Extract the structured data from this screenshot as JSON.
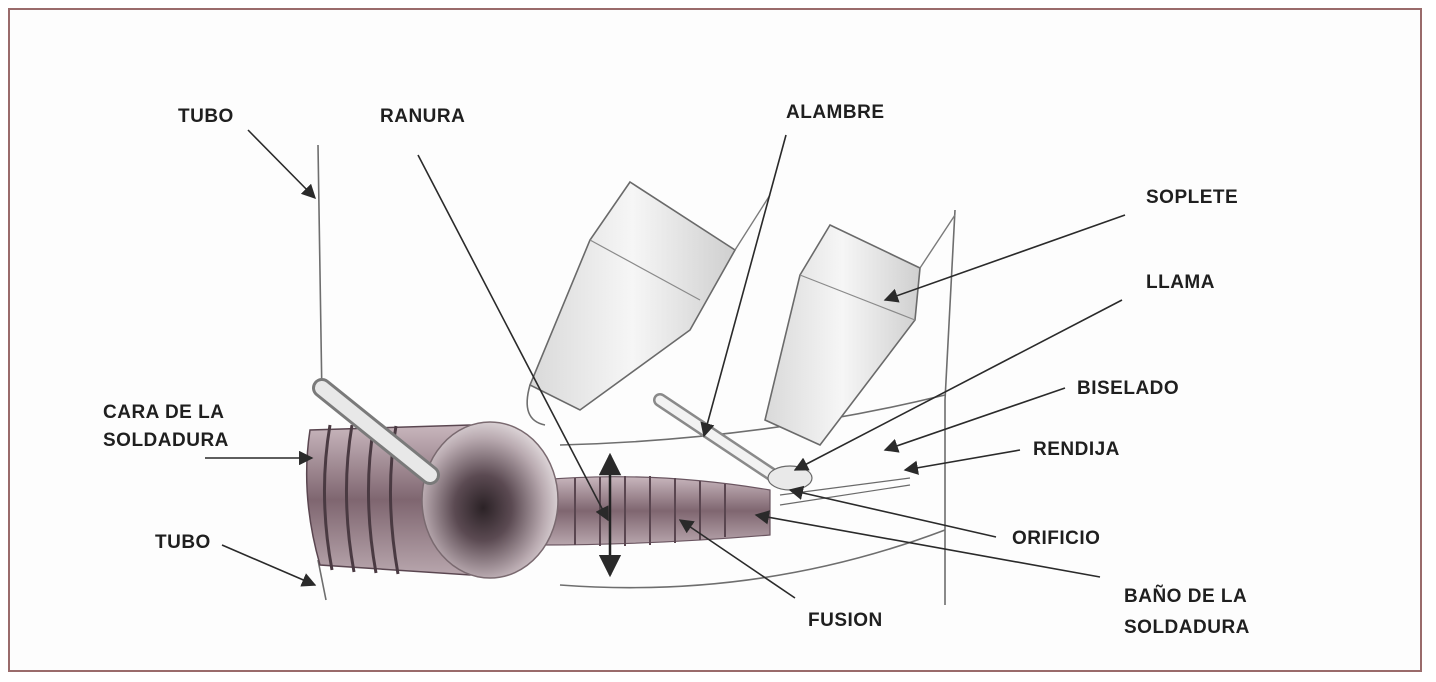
{
  "labels": {
    "tubo_top": "TUBO",
    "ranura": "RANURA",
    "alambre": "ALAMBRE",
    "soplete": "SOPLETE",
    "llama": "LLAMA",
    "biselado": "BISELADO",
    "rendija": "RENDIJA",
    "cara_line1": "CARA DE LA",
    "cara_line2": "SOLDADURA",
    "tubo_bottom": "TUBO",
    "orificio": "ORIFICIO",
    "fusion": "FUSION",
    "bano_line1": "BAÑO DE LA",
    "bano_line2": "SOLDADURA"
  },
  "colors": {
    "frame_border": "#9a6b6b",
    "weld_bead": "#8a6f7a",
    "weld_dark": "#3a2d33",
    "text": "#1f1f1f"
  }
}
